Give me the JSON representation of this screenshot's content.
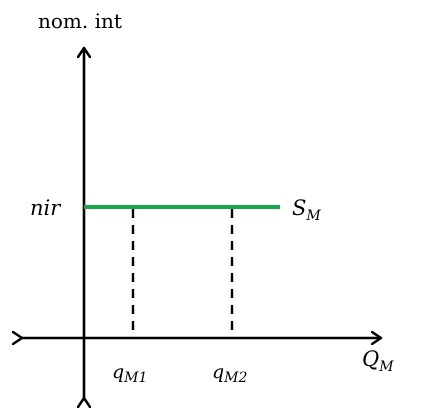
{
  "chart_data": {
    "type": "line",
    "title": "",
    "ylabel": "nom. int",
    "xlabel": "Q",
    "xlabel_sub": "M",
    "y_level_label": "nir",
    "series": [
      {
        "name": "S",
        "name_sub": "M",
        "color": "#1aa64b",
        "y": "nir",
        "x_range": [
          "0",
          "beyond q_M2"
        ]
      }
    ],
    "x_markers": [
      {
        "label": "q",
        "sub": "M1"
      },
      {
        "label": "q",
        "sub": "M2"
      }
    ],
    "guide_style": "dashed",
    "axes_arrows": "both-directions",
    "grid": false
  }
}
